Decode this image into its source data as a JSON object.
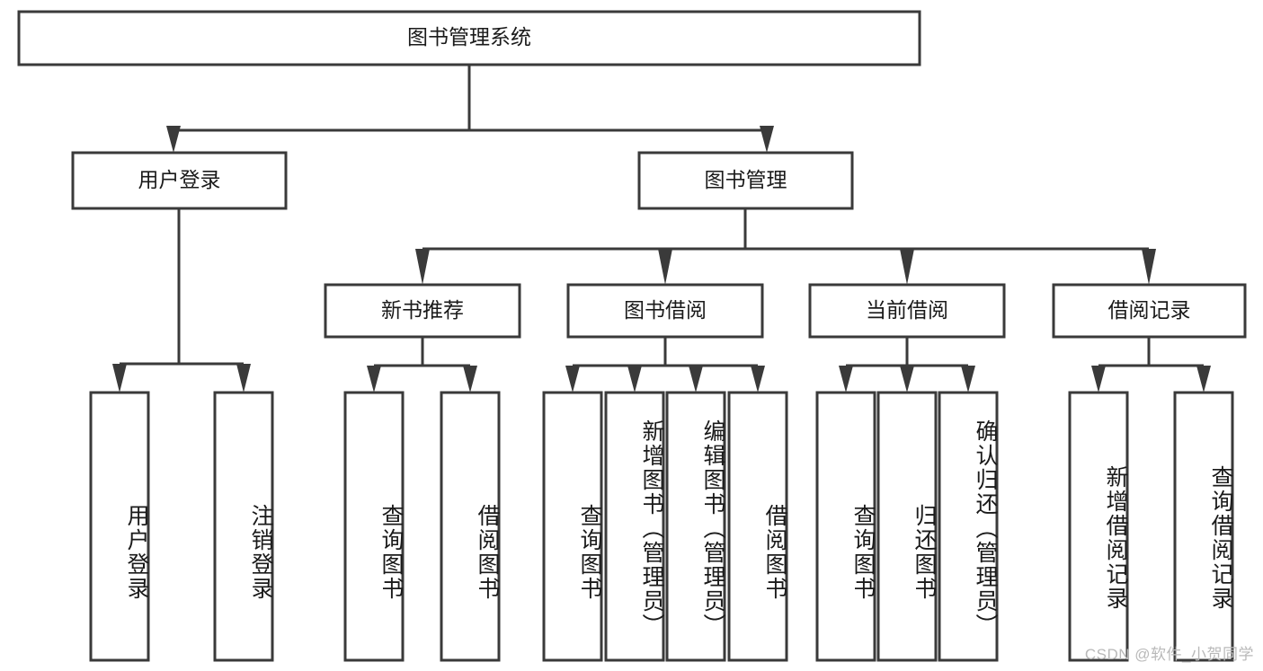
{
  "diagram": {
    "type": "tree",
    "title": "图书管理系统",
    "root": {
      "label": "图书管理系统"
    },
    "level2": [
      {
        "label": "用户登录"
      },
      {
        "label": "图书管理"
      }
    ],
    "level3": [
      {
        "label": "新书推荐"
      },
      {
        "label": "图书借阅"
      },
      {
        "label": "当前借阅"
      },
      {
        "label": "借阅记录"
      }
    ],
    "leaves": {
      "user_login": [
        {
          "label": "用户登录"
        },
        {
          "label": "注销登录"
        }
      ],
      "new_book_recommend": [
        {
          "label": "查询图书"
        },
        {
          "label": "借阅图书"
        }
      ],
      "book_borrow": [
        {
          "label": "查询图书"
        },
        {
          "label": "新增图书（管理员）"
        },
        {
          "label": "编辑图书（管理员）"
        },
        {
          "label": "借阅图书"
        }
      ],
      "current_borrow": [
        {
          "label": "查询图书"
        },
        {
          "label": "归还图书"
        },
        {
          "label": "确认归还（管理员）"
        }
      ],
      "borrow_record": [
        {
          "label": "新增借阅记录"
        },
        {
          "label": "查询借阅记录"
        }
      ]
    }
  },
  "watermark": {
    "text": "CSDN @软件_小贺同学"
  },
  "colors": {
    "box_stroke": "#3a3a3a",
    "box_fill": "#ffffff",
    "text": "#1a1a1a",
    "watermark": "#b9b9b9"
  }
}
